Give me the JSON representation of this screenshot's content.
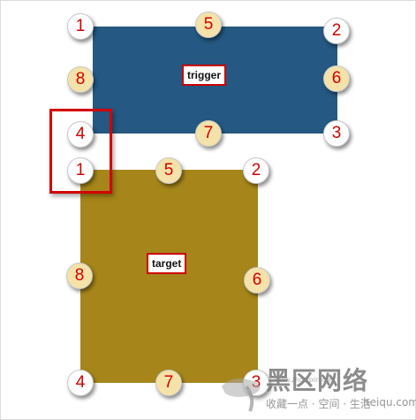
{
  "trigger": {
    "label": "trigger",
    "color": "#255882",
    "markers": [
      {
        "num": "1",
        "style": "white"
      },
      {
        "num": "5",
        "style": "cream"
      },
      {
        "num": "2",
        "style": "white"
      },
      {
        "num": "8",
        "style": "cream"
      },
      {
        "num": "6",
        "style": "cream"
      },
      {
        "num": "4",
        "style": "white"
      },
      {
        "num": "7",
        "style": "cream"
      },
      {
        "num": "3",
        "style": "white"
      }
    ]
  },
  "target": {
    "label": "target",
    "color": "#a6861a",
    "markers": [
      {
        "num": "1",
        "style": "white"
      },
      {
        "num": "5",
        "style": "cream"
      },
      {
        "num": "2",
        "style": "white"
      },
      {
        "num": "8",
        "style": "cream"
      },
      {
        "num": "6",
        "style": "cream"
      },
      {
        "num": "4",
        "style": "white"
      },
      {
        "num": "7",
        "style": "cream"
      },
      {
        "num": "3",
        "style": "white"
      }
    ]
  },
  "colors": {
    "marker_text": "#d40000",
    "highlight": "#d40000",
    "label_border": "#cc0000"
  },
  "watermark": {
    "url": "www.zhongxin.com",
    "main": "黑区网络",
    "tag": "收藏一点 · 空间 · 生活",
    "site": "heiqu.com"
  }
}
